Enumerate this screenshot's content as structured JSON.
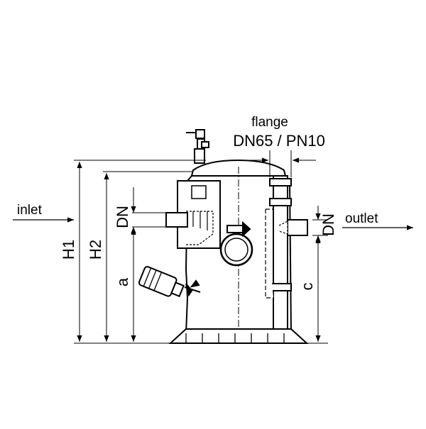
{
  "labels": {
    "flange": "flange",
    "flange_spec": "DN65 / PN10",
    "inlet": "inlet",
    "outlet": "outlet",
    "dn_inlet": "DN",
    "dn_outlet": "DN",
    "h1": "H1",
    "h2": "H2",
    "a": "a",
    "c": "c"
  },
  "colors": {
    "stroke": "#000000",
    "fill": "#ffffff"
  }
}
